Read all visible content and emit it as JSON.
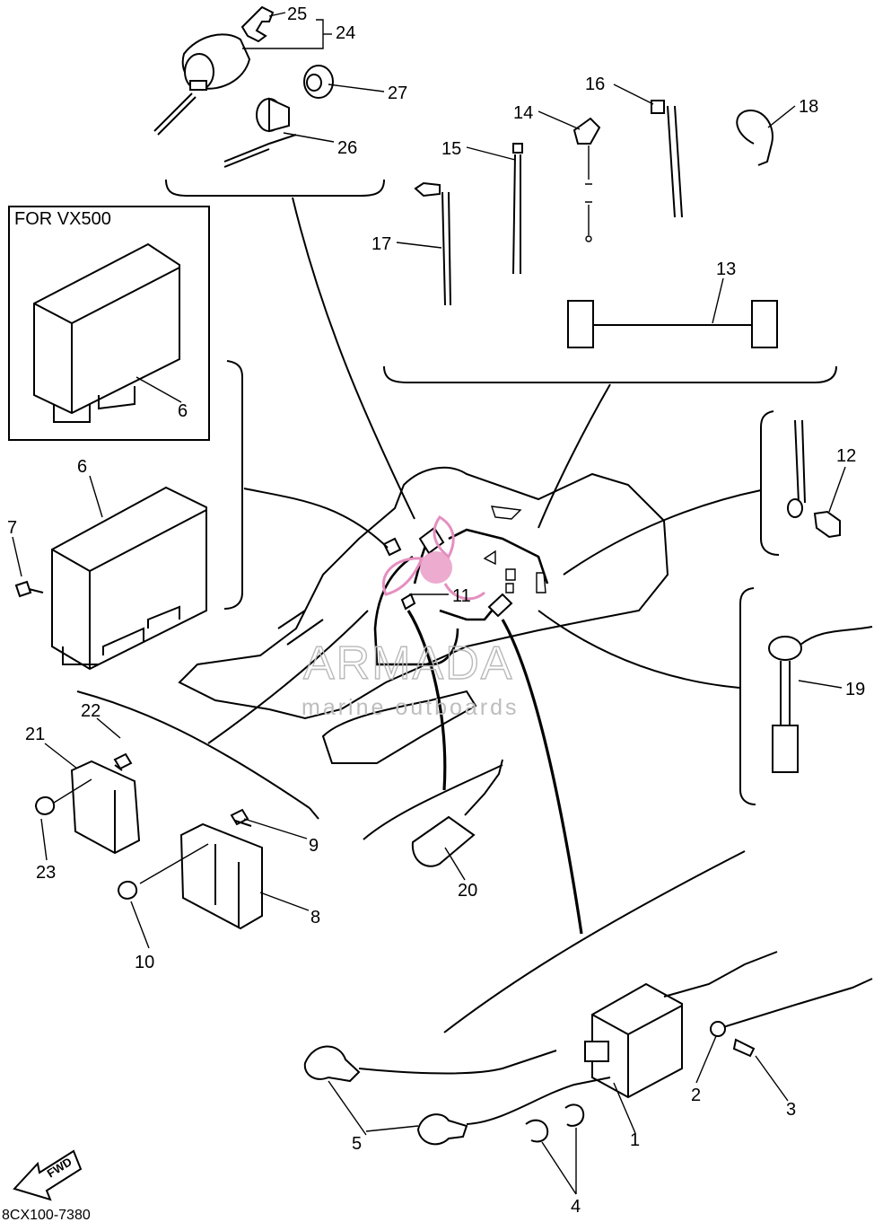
{
  "diagram": {
    "variant_box_label": "FOR VX500",
    "figure_code": "8CX100-7380",
    "direction_label": "FWD",
    "watermark": {
      "brand": "ARMADA",
      "tagline": "marine outboards"
    },
    "callouts": {
      "n1": "1",
      "n2": "2",
      "n3": "3",
      "n4": "4",
      "n5": "5",
      "n6": "6",
      "n6b": "6",
      "n7": "7",
      "n8": "8",
      "n9": "9",
      "n10": "10",
      "n11": "11",
      "n12": "12",
      "n13": "13",
      "n14": "14",
      "n15": "15",
      "n16": "16",
      "n17": "17",
      "n18": "18",
      "n19": "19",
      "n20": "20",
      "n21": "21",
      "n22": "22",
      "n23": "23",
      "n24": "24",
      "n25": "25",
      "n26": "26",
      "n27": "27"
    },
    "colors": {
      "ink": "#000000",
      "watermark_gray": "#b9b9b9",
      "watermark_pink": "#e58fbf"
    }
  }
}
